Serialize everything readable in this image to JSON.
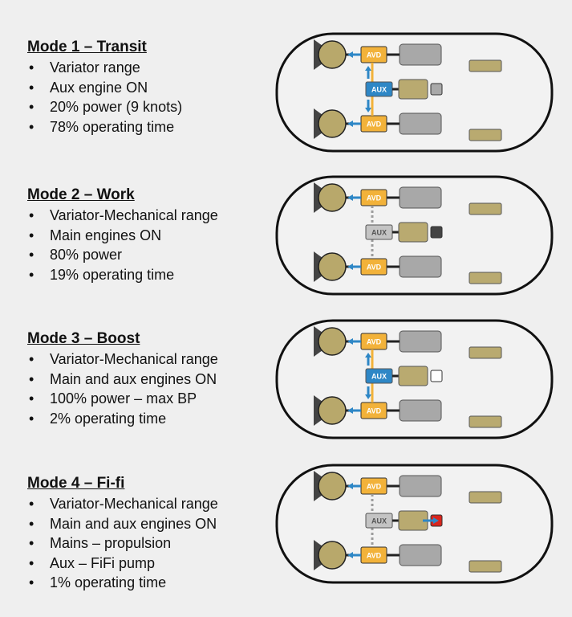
{
  "modes": [
    {
      "title": "Mode 1 – Transit",
      "bullets": [
        "Variator range",
        "Aux engine ON",
        "20% power (9 knots)",
        "78% operating time"
      ],
      "aux_active": true,
      "flow": "aux-to-avd",
      "aux_end_color": "#a9a9a9"
    },
    {
      "title": "Mode 2 – Work",
      "bullets": [
        "Variator-Mechanical range",
        "Main engines ON",
        "80% power",
        "19% operating time"
      ],
      "aux_active": false,
      "flow": "none",
      "aux_end_color": "#444444"
    },
    {
      "title": "Mode 3 – Boost",
      "bullets": [
        "Variator-Mechanical range",
        "Main and aux engines ON",
        "100% power – max BP",
        "2% operating time"
      ],
      "aux_active": true,
      "flow": "aux-to-avd",
      "aux_end_color": "#ffffff"
    },
    {
      "title": "Mode 4 – Fi-fi",
      "bullets": [
        "Variator-Mechanical range",
        "Main and aux engines ON",
        "Mains – propulsion",
        "Aux – FiFi pump",
        "1% operating time"
      ],
      "aux_active": false,
      "flow": "aux-to-pump",
      "aux_end_color": "#d9251d"
    }
  ],
  "labels": {
    "avd": "AVD",
    "aux": "AUX"
  },
  "colors": {
    "hull": "#f2f2f2",
    "propeller": "#b8a86b",
    "engine": "#a8a8a8",
    "generator": "#b9aa70",
    "avd": "#f2b23a",
    "aux_active": "#2e87c6",
    "aux_inactive": "#c4c4c4",
    "arrow": "#2e87c6",
    "shaft_active": "#f2b23a",
    "shaft_inactive": "#9c9c9c"
  }
}
